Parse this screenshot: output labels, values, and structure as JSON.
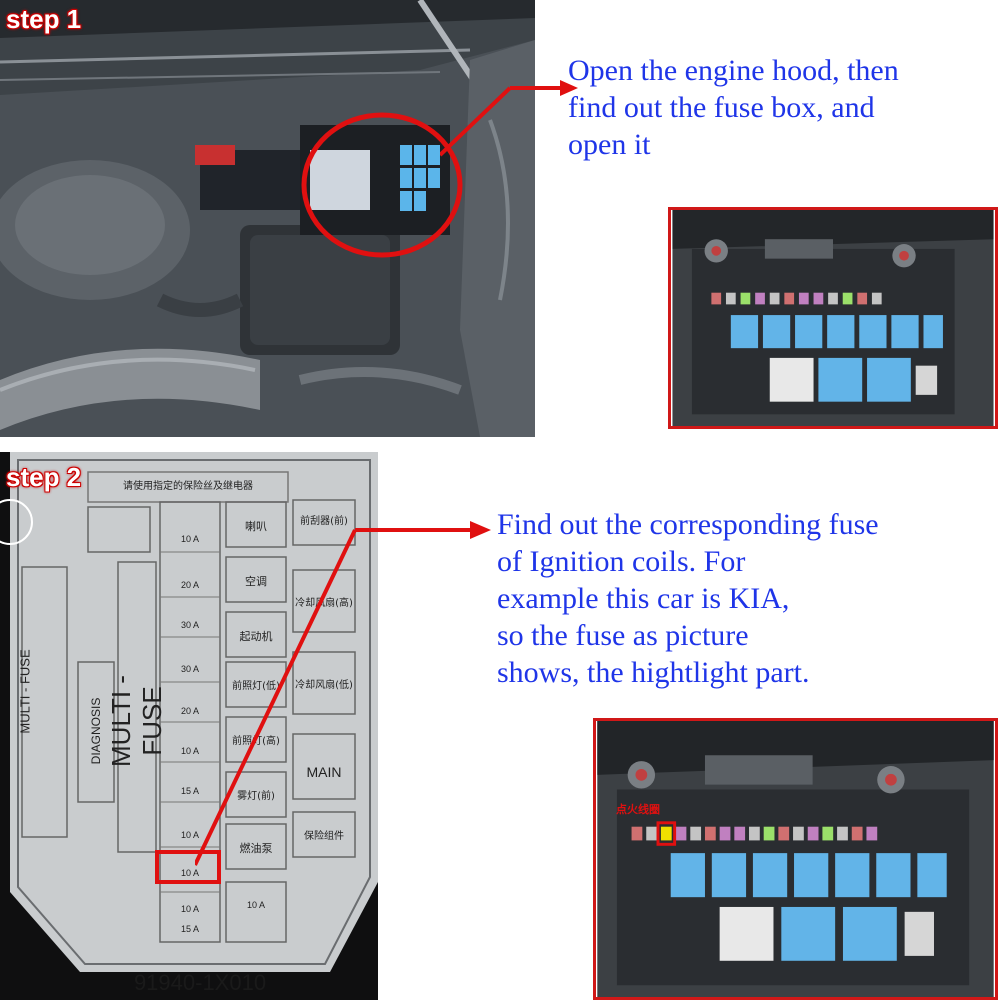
{
  "step1": {
    "label": "step 1",
    "instruction_lines": [
      "Open the engine hood, then",
      "find out the fuse box, and",
      "open it"
    ]
  },
  "step2": {
    "label": "step 2",
    "instruction_lines": [
      "Find out the corresponding fuse",
      "of Ignition coils. For",
      "example this car is KIA,",
      "so the fuse as picture",
      "shows, the hightlight part."
    ]
  },
  "fuse_cover": {
    "part_number": "91940-1X010",
    "main_label": "MULTI - FUSE",
    "side_label": "MULTI - FUSE",
    "diagnosis_label": "DIAGNOSIS",
    "main_box_label": "MAIN",
    "header_text": "请使用指定的保险丝及继电器",
    "relay_labels": [
      "喇叭",
      "空调",
      "起动机",
      "前照灯(低)",
      "前照灯(高)",
      "雾灯(前)",
      "燃油泵"
    ],
    "right_labels": [
      "前刮器(前)",
      "冷却风扇(高)",
      "冷却风扇(低)",
      "保险组件"
    ],
    "fuse_values": [
      "10 A",
      "20 A",
      "30 A",
      "30 A",
      "20 A",
      "10 A",
      "15 A",
      "10 A",
      "10 A",
      "10 A",
      "10 A",
      "15 A"
    ]
  },
  "detail2": {
    "annotation": "点火线圈"
  },
  "colors": {
    "instruction_text": "#1f35e8",
    "highlight": "#e01010",
    "relay_blue": "#62b4e8",
    "step_label_outline": "#cc0000"
  }
}
